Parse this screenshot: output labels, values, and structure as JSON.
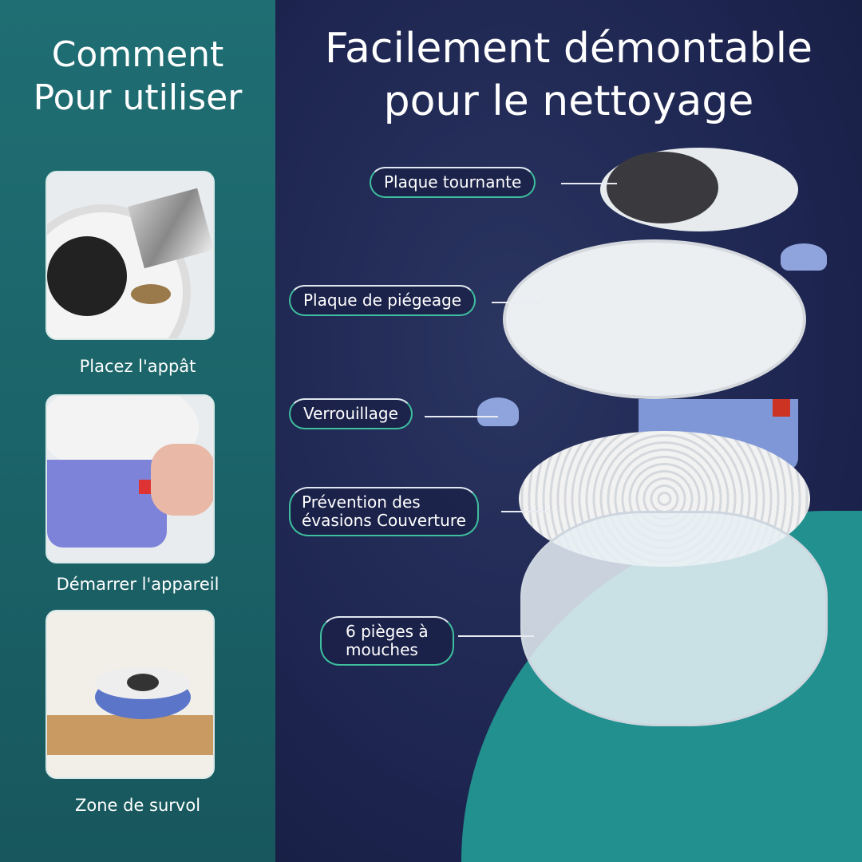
{
  "left_panel": {
    "title_line1": "Comment",
    "title_line2": "Pour utiliser",
    "steps": [
      {
        "label": "Placez l'appât"
      },
      {
        "label": "Démarrer l'appareil"
      },
      {
        "label": "Zone de survol"
      }
    ]
  },
  "main": {
    "title_line1": "Facilement démontable",
    "title_line2": "pour le nettoyage",
    "callouts": [
      {
        "label": "Plaque tournante"
      },
      {
        "label": "Plaque de piégeage"
      },
      {
        "label": "Verrouillage"
      },
      {
        "label_line1": "Prévention des",
        "label_line2": "évasions Couverture"
      },
      {
        "label_line1": "6 pièges à",
        "label_line2": "mouches"
      }
    ]
  },
  "colors": {
    "left_bg": "#1d6a70",
    "right_bg": "#1d2550",
    "accent_teal": "#22908f",
    "device_blue": "#7f97d6"
  }
}
